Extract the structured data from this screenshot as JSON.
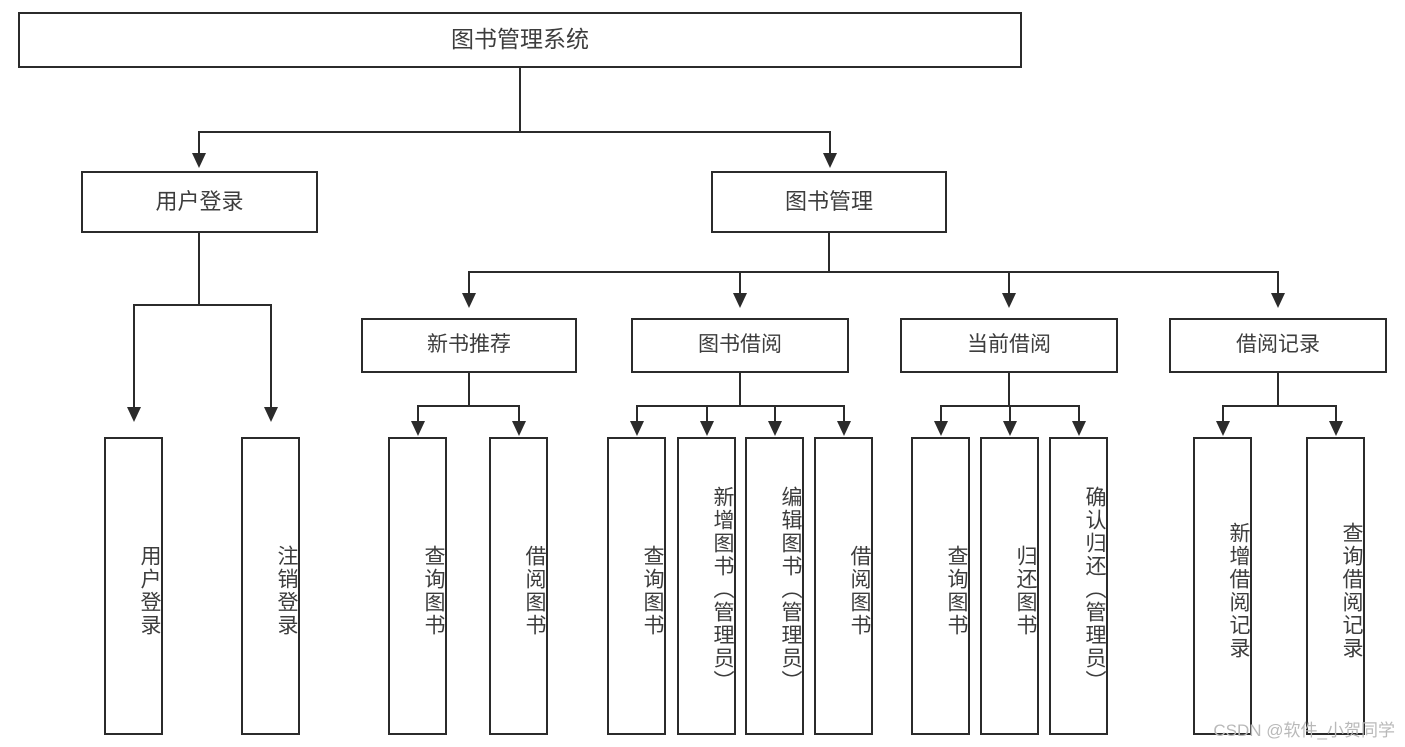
{
  "diagram": {
    "title": "图书管理系统",
    "watermark": "CSDN @软件_小贺同学",
    "root": {
      "label": "图书管理系统"
    },
    "level1": [
      {
        "label": "用户登录"
      },
      {
        "label": "图书管理"
      }
    ],
    "level2": [
      {
        "label": "新书推荐"
      },
      {
        "label": "图书借阅"
      },
      {
        "label": "当前借阅"
      },
      {
        "label": "借阅记录"
      }
    ],
    "leaves": {
      "user_login": [
        {
          "label": "用户登录"
        },
        {
          "label": "注销登录"
        }
      ],
      "new_book_recommend": [
        {
          "label": "查询图书"
        },
        {
          "label": "借阅图书"
        }
      ],
      "book_borrow": [
        {
          "label": "查询图书"
        },
        {
          "label": "新增图书（管理员）"
        },
        {
          "label": "编辑图书（管理员）"
        },
        {
          "label": "借阅图书"
        }
      ],
      "current_borrow": [
        {
          "label": "查询图书"
        },
        {
          "label": "归还图书"
        },
        {
          "label": "确认归还（管理员）"
        }
      ],
      "borrow_record": [
        {
          "label": "新增借阅记录"
        },
        {
          "label": "查询借阅记录"
        }
      ]
    },
    "colors": {
      "border": "#2b2b2b",
      "text": "#3d3d3d",
      "background": "#ffffff",
      "watermark": "#b9b9b9"
    }
  }
}
